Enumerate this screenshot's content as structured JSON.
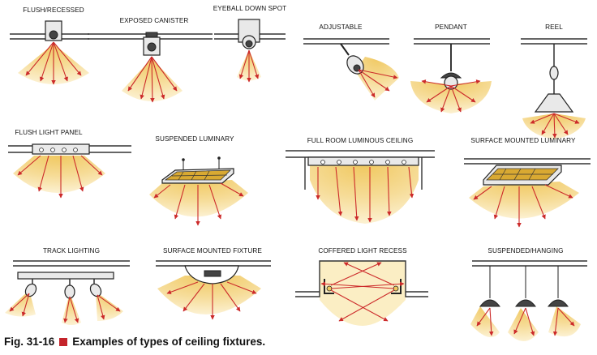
{
  "labels": {
    "flush_recessed": "FLUSH/RECESSED",
    "exposed_canister": "EXPOSED CANISTER",
    "eyeball_down_spot": "EYEBALL DOWN SPOT",
    "adjustable": "ADJUSTABLE",
    "pendant": "PENDANT",
    "reel": "REEL",
    "flush_light_panel": "FLUSH LIGHT PANEL",
    "suspended_luminary": "SUSPENDED LUMINARY",
    "full_room_luminous_ceiling": "FULL ROOM LUMINOUS CEILING",
    "surface_mounted_luminary": "SURFACE MOUNTED LUMINARY",
    "track_lighting": "TRACK LIGHTING",
    "surface_mounted_fixture": "SURFACE MOUNTED FIXTURE",
    "coffered_light_recess": "COFFERED LIGHT RECESS",
    "suspended_hanging": "SUSPENDED/HANGING"
  },
  "caption": {
    "figure": "Fig. 31-16",
    "text": "Examples of types of ceiling fixtures."
  },
  "colors": {
    "ray": "#cc2a2a",
    "glow_inner": "#f3d07a",
    "glow_outer": "#fbf0cf",
    "accent_square": "#c4242b"
  }
}
